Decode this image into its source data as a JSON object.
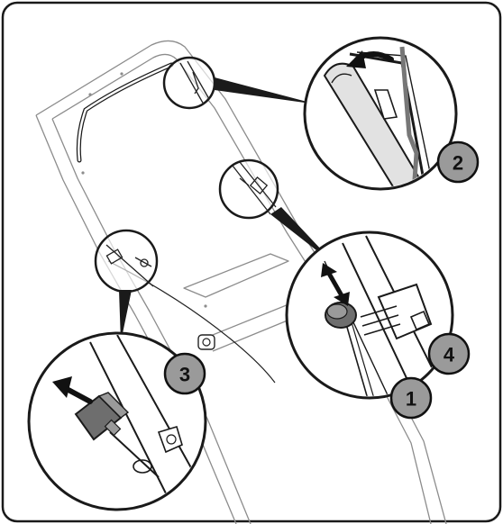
{
  "diagram": {
    "steps": [
      {
        "label": "1",
        "color": "#9a9a9a"
      },
      {
        "label": "2",
        "color": "#9a9a9a"
      },
      {
        "label": "3",
        "color": "#9a9a9a"
      },
      {
        "label": "4",
        "color": "#9a9a9a"
      }
    ],
    "colors": {
      "frame": "#1a1a1a",
      "line": "#222222",
      "frame_light": "#8c8c8c",
      "badge": "#9a9a9a",
      "badge_border": "#111111",
      "handle_grip": "#e2e2e2",
      "knob": "#6e6e6e",
      "arrow": "#111111"
    },
    "icons": [
      "curved-arrow-icon",
      "double-arrow-icon",
      "pull-arrow-icon"
    ]
  }
}
